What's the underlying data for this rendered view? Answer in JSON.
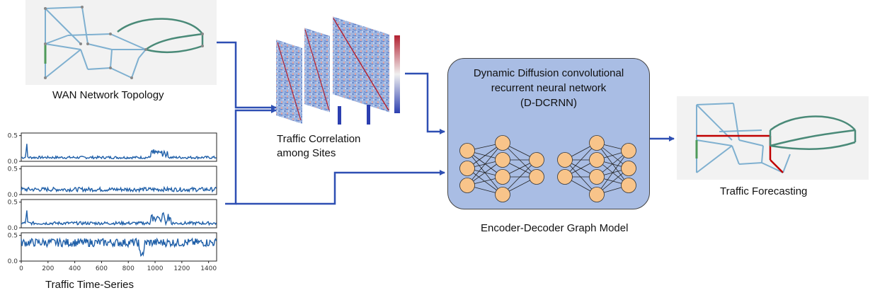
{
  "labels": {
    "topology": "WAN Network Topology",
    "correlation_line1": "Traffic Correlation",
    "correlation_line2": "among Sites",
    "timeseries": "Traffic Time-Series",
    "forecasting": "Traffic Forecasting",
    "encoder_decoder": "Encoder-Decoder Graph Model"
  },
  "model": {
    "title_line1": "Dynamic Diffusion convolutional",
    "title_line2": "recurrent neural network",
    "title_line3": "(D-DCRNN)"
  },
  "chart_data": {
    "type": "line",
    "series_color": "#1f5fa8",
    "xlim": [
      0,
      1460
    ],
    "xticks": [
      "0",
      "200",
      "400",
      "600",
      "800",
      "1000",
      "1200",
      "1400"
    ],
    "panels": [
      {
        "yticks": [
          "0.5",
          "0.0"
        ],
        "ylim": [
          0,
          0.55
        ]
      },
      {
        "yticks": [
          "0.5",
          "0.0"
        ],
        "ylim": [
          0,
          0.55
        ]
      },
      {
        "yticks": [
          "0.5",
          "0.0"
        ],
        "ylim": [
          0,
          0.55
        ]
      },
      {
        "yticks": [
          "0.5",
          "0.0"
        ],
        "ylim": [
          0,
          0.55
        ]
      }
    ]
  },
  "colors": {
    "arrow": "#2e4fb3",
    "network_node": "#f8c48a",
    "model_box": "#a9bde4",
    "topology_edge": "#7fb0d0",
    "topology_edge_green": "#4a8a78",
    "forecast_highlight": "#c00000"
  }
}
